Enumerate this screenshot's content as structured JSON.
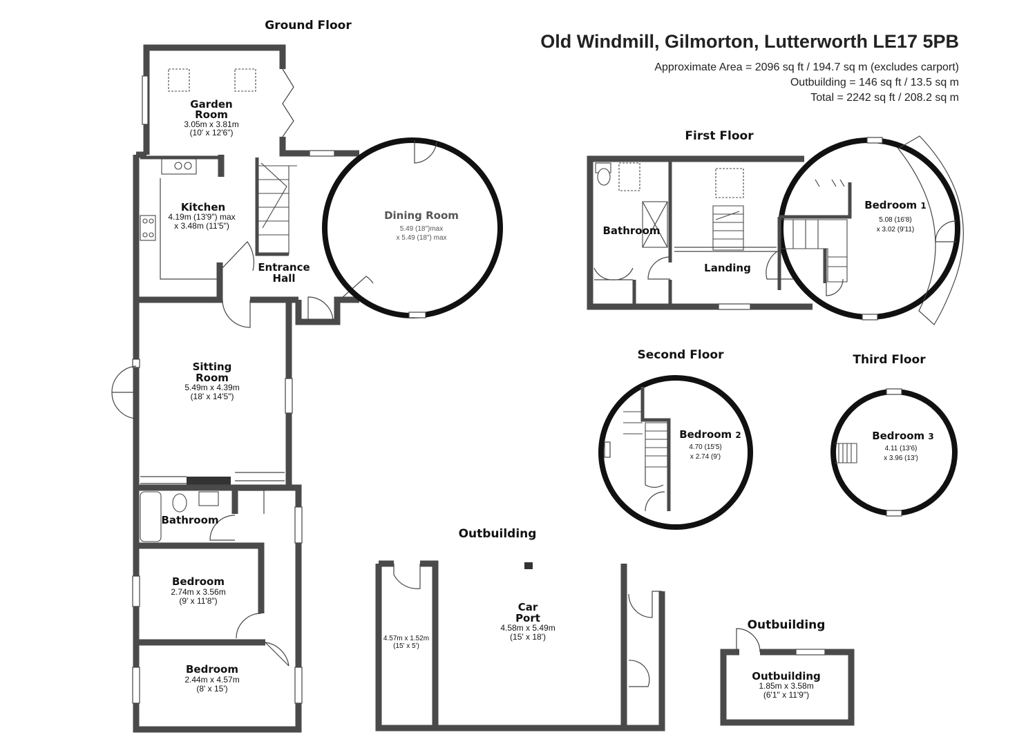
{
  "header": {
    "title": "Old Windmill, Gilmorton, Lutterworth LE17 5PB",
    "area_lines": [
      "Approximate Area = 2096 sq ft / 194.7 sq m (excludes carport)",
      "Outbuilding = 146 sq ft / 13.5 sq m",
      "Total = 2242 sq ft / 208.2 sq m"
    ]
  },
  "floors": {
    "ground": "Ground Floor",
    "first": "First Floor",
    "second": "Second Floor",
    "third": "Third Floor",
    "outbuilding_main": "Outbuilding",
    "outbuilding_small": "Outbuilding"
  },
  "rooms": {
    "garden_room": {
      "name_1": "Garden",
      "name_2": "Room",
      "dim_metric": "3.05m x 3.81m",
      "dim_imperial": "(10' x 12'6\")"
    },
    "kitchen": {
      "name": "Kitchen",
      "dim_1": "4.19m (13'9\") max",
      "dim_2": "x 3.48m (11'5\")"
    },
    "dining_room": {
      "name": "Dining Room",
      "dim_1": "5.49 (18\")max",
      "dim_2": "x 5.49 (18\") max"
    },
    "entrance_hall": {
      "name_1": "Entrance",
      "name_2": "Hall"
    },
    "sitting_room": {
      "name_1": "Sitting",
      "name_2": "Room",
      "dim_metric": "5.49m x 4.39m",
      "dim_imperial": "(18' x 14'5\")"
    },
    "ground_bathroom": {
      "name": "Bathroom"
    },
    "bedroom_a": {
      "name": "Bedroom",
      "dim_metric": "2.74m x 3.56m",
      "dim_imperial": "(9' x 11'8\")"
    },
    "bedroom_b": {
      "name": "Bedroom",
      "dim_metric": "2.44m x 4.57m",
      "dim_imperial": "(8' x 15')"
    },
    "first_bathroom": {
      "name": "Bathroom"
    },
    "landing": {
      "name": "Landing"
    },
    "bedroom_1": {
      "name": "Bedroom",
      "num": "1",
      "dim_1": "5.08 (16'8)",
      "dim_2": "x 3.02 (9'11)"
    },
    "bedroom_2": {
      "name": "Bedroom",
      "num": "2",
      "dim_1": "4.70 (15'5)",
      "dim_2": "x 2.74 (9')"
    },
    "bedroom_3": {
      "name": "Bedroom",
      "num": "3",
      "dim_1": "4.11 (13'6)",
      "dim_2": "x 3.96 (13')"
    },
    "store": {
      "dim_metric": "4.57m x 1.52m",
      "dim_imperial": "(15' x 5')"
    },
    "car_port": {
      "name_1": "Car",
      "name_2": "Port",
      "dim_metric": "4.58m x 5.49m",
      "dim_imperial": "(15' x 18')"
    },
    "outbuilding": {
      "name": "Outbuilding",
      "dim_metric": "1.85m x 3.58m",
      "dim_imperial": "(6'1\" x 11'9\")"
    }
  },
  "colors": {
    "wall": "#4a4a4a",
    "round_wall": "#111111",
    "text": "#111111",
    "background": "#ffffff"
  }
}
